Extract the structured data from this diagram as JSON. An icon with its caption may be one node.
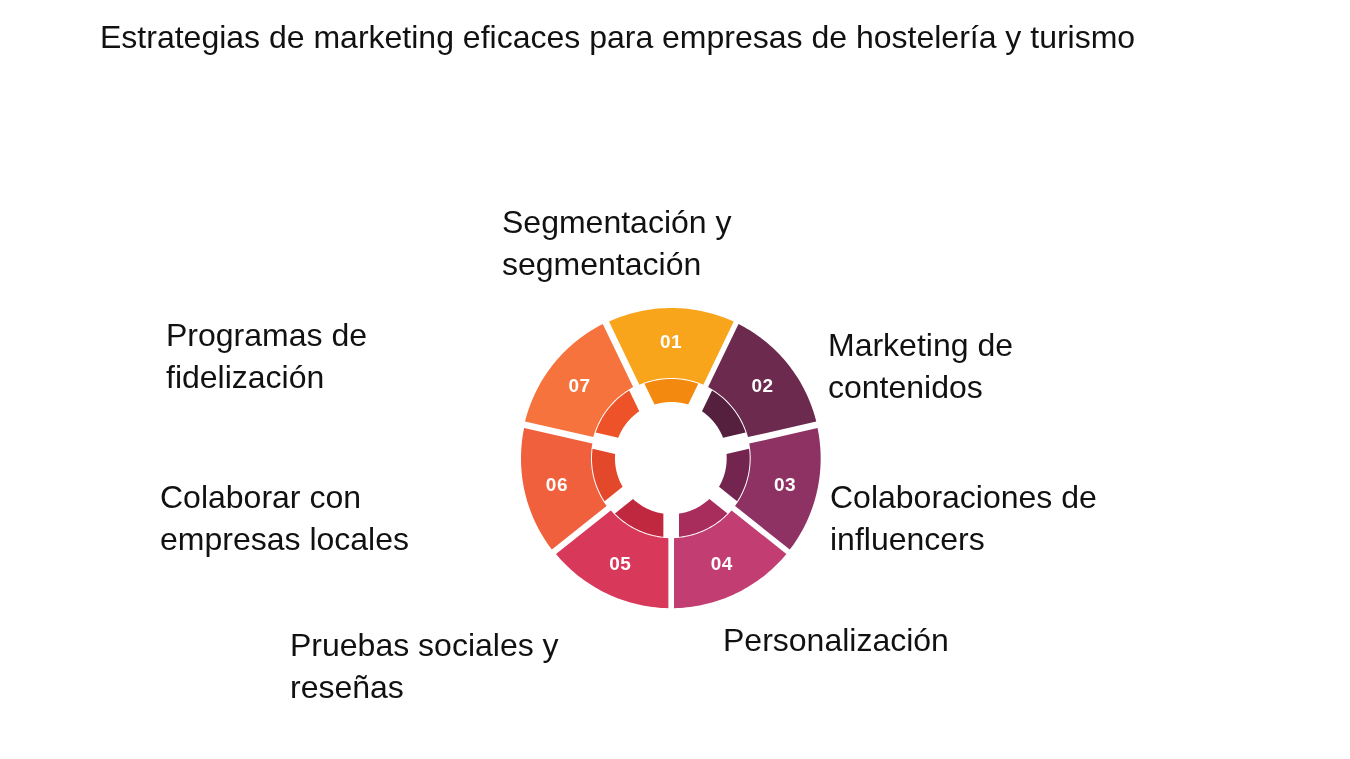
{
  "diagram": {
    "title": "Estrategias de marketing eficaces para empresas de hostelería y turismo",
    "nodes": [
      {
        "text": [
          "01"
        ],
        "beside": [
          "Segmentación y segmentación"
        ]
      },
      {
        "text": [
          "02"
        ],
        "beside": [
          "Marketing de contenidos"
        ]
      },
      {
        "text": [
          "03"
        ],
        "beside": [
          "Colaboraciones de influencers"
        ]
      },
      {
        "text": [
          "04"
        ],
        "beside": [
          "Personalización"
        ]
      },
      {
        "text": [
          "05"
        ],
        "beside": [
          "Pruebas sociales y reseñas"
        ]
      },
      {
        "text": [
          "06"
        ]
      },
      {
        "text": [
          "07"
        ]
      }
    ],
    "labels": [
      "Programas de fidelización",
      "Colaborar con empresas locales"
    ]
  }
}
